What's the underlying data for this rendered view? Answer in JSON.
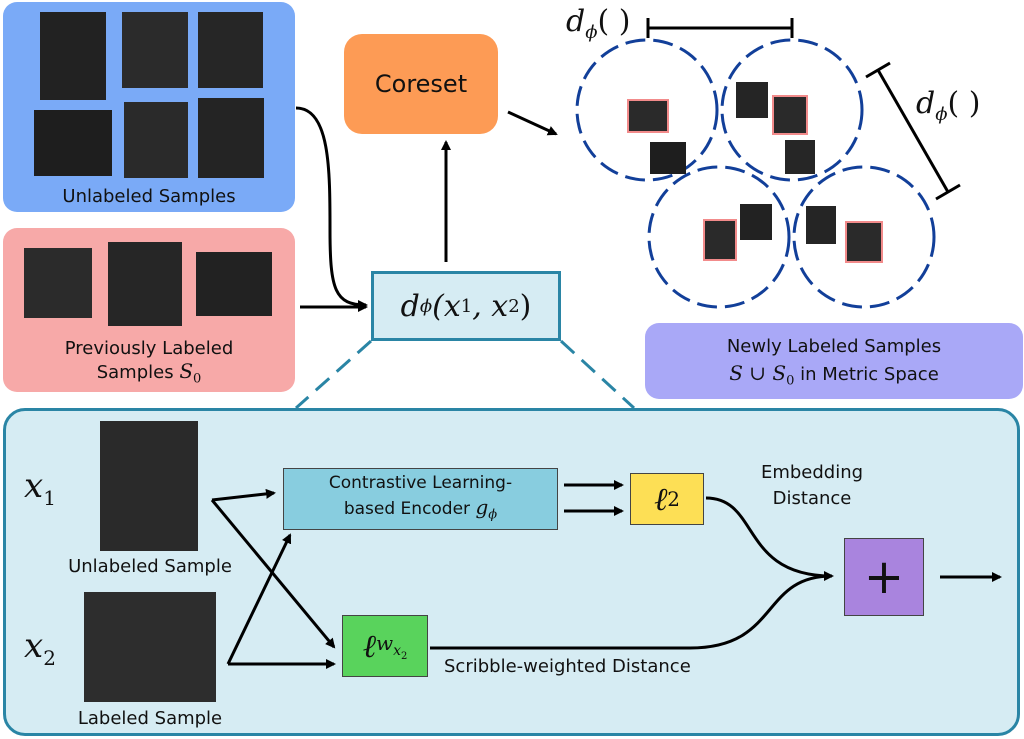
{
  "panels": {
    "unlabeled": {
      "label": "Unlabeled Samples",
      "color": "#7aaaf7"
    },
    "previously_labeled": {
      "line1": "Previously Labeled",
      "line2": "Samples",
      "math": "S",
      "sub": "0",
      "color": "#f7a9a8"
    },
    "newly_labeled": {
      "line1": "Newly Labeled Samples",
      "math": "S ∪ S",
      "sub": "0",
      "suffix": " in Metric Space",
      "color": "#a9a8f7"
    },
    "detail": {
      "color": "#d6ecf3",
      "border": "#2a85a5"
    }
  },
  "coreset": {
    "label": "Coreset",
    "color": "#fd9b55"
  },
  "distance_box": {
    "math": "d",
    "sub": "ϕ",
    "args": "(x",
    "a1": "1",
    "comma": ", x",
    "a2": "2",
    "close": ")"
  },
  "metric": {
    "dphi_top": "d",
    "dphi_right": "d",
    "phi": "ϕ",
    "paren": "(  )"
  },
  "detail": {
    "x1": {
      "math": "x",
      "sub": "1",
      "caption": "Unlabeled Sample"
    },
    "x2": {
      "math": "x",
      "sub": "2",
      "caption": "Labeled Sample"
    },
    "encoder": {
      "line1": "Contrastive Learning-",
      "line2": "based Encoder ",
      "math": "g",
      "sub": "ϕ",
      "color": "#88cddf"
    },
    "l2": {
      "math": "ℓ",
      "sub": "2",
      "color": "#fddf55"
    },
    "lw": {
      "math": "ℓ",
      "sub": "w",
      "subsub": "x",
      "subsubsub": "2",
      "color": "#59d35c"
    },
    "plus": {
      "label": "+",
      "color": "#a984de"
    },
    "embedding_label": {
      "line1": "Embedding",
      "line2": "Distance"
    },
    "scribble_label": "Scribble-weighted Distance"
  },
  "colors": {
    "circle": "#123f99",
    "arrow": "#000000",
    "pink_border": "#f28b8b"
  }
}
